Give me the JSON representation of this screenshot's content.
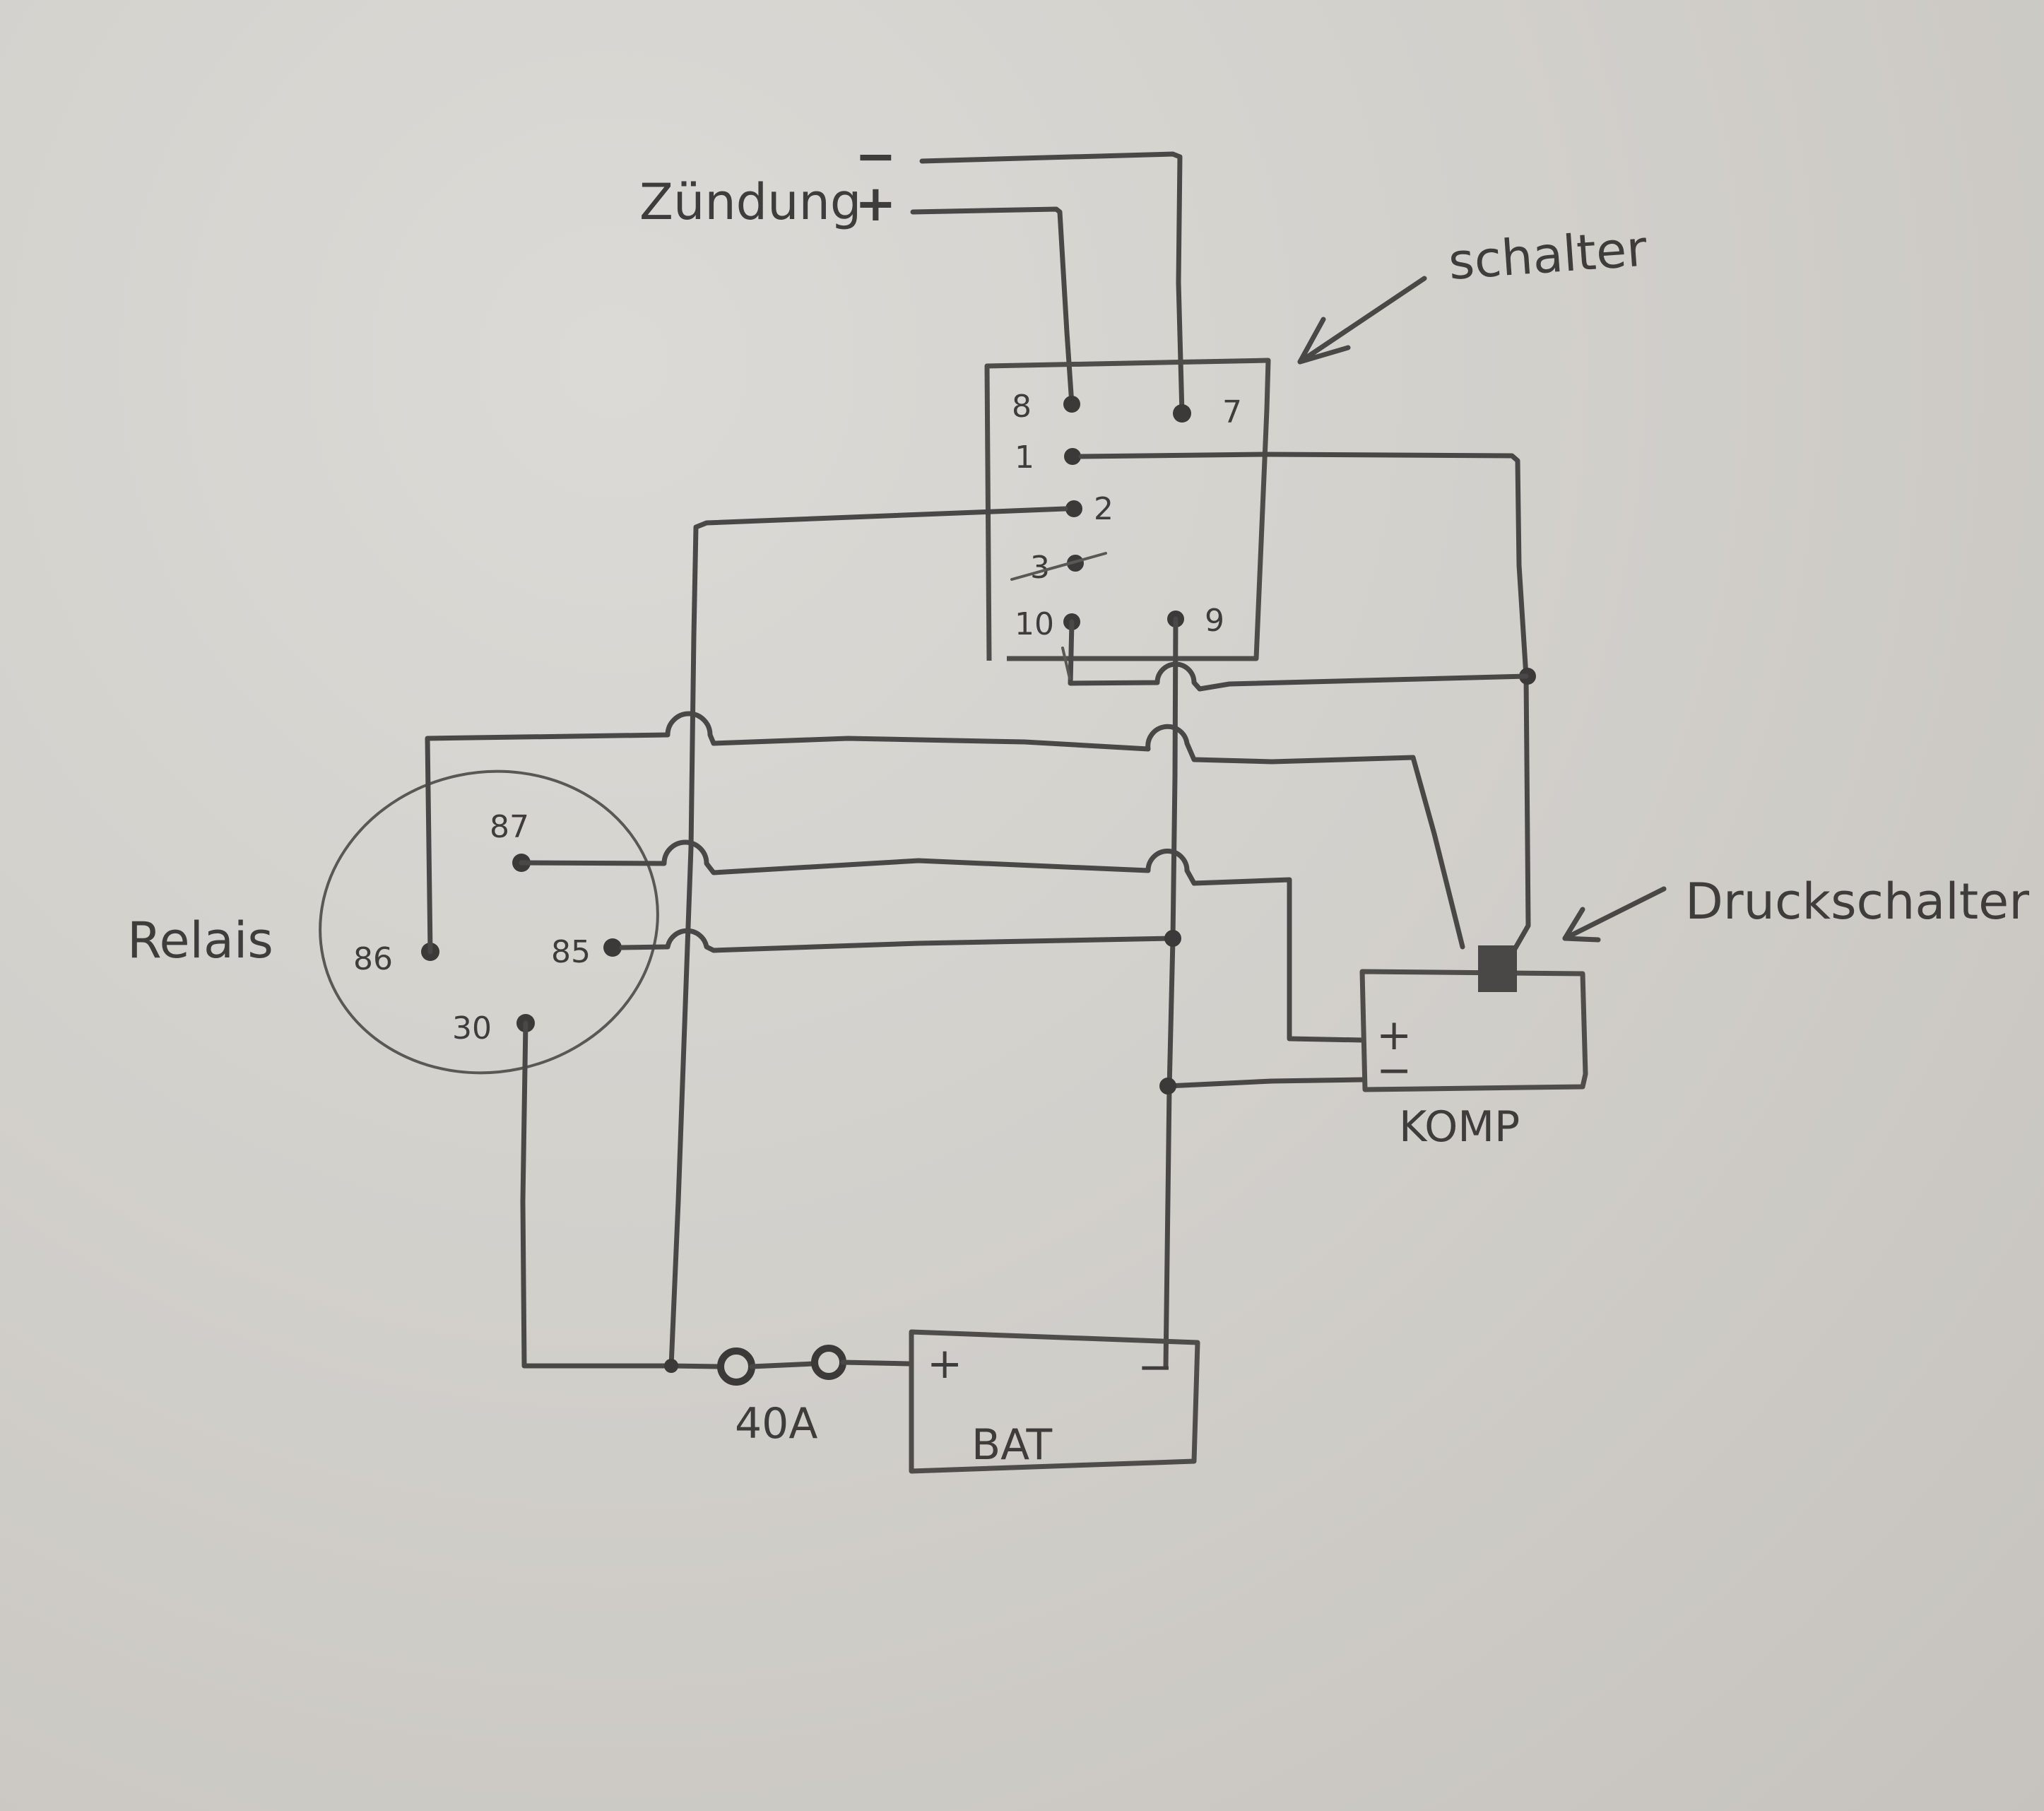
{
  "diagram": {
    "type": "hand-drawn wiring diagram",
    "ignition": {
      "label": "Zündung",
      "minus": "−",
      "plus": "+"
    },
    "switch": {
      "label": "schalter",
      "pins": {
        "p8": "8",
        "p7": "7",
        "p1": "1",
        "p2": "2",
        "p3": "3",
        "p10": "10",
        "p9": "9"
      },
      "crossed_out_pin": "3"
    },
    "relay": {
      "label": "Relais",
      "pins": {
        "p87": "87",
        "p86": "86",
        "p85": "85",
        "p30": "30"
      }
    },
    "pressure_switch": {
      "label": "Druckschalter"
    },
    "compressor": {
      "label": "KOMP",
      "plus": "+",
      "minus": "−"
    },
    "fuse": {
      "label": "40A"
    },
    "battery": {
      "label": "BAT",
      "plus": "+",
      "minus": "−"
    },
    "connections": [
      {
        "from": "Zündung −",
        "to": "Schalter 7"
      },
      {
        "from": "Zündung +",
        "to": "Schalter 8"
      },
      {
        "from": "Schalter 1",
        "to": "Druckschalter"
      },
      {
        "from": "Schalter 10",
        "to": "Schalter 1 / Druckschalter"
      },
      {
        "from": "Schalter 9",
        "to": "BAT −"
      },
      {
        "from": "Schalter 2",
        "to": "40A fuse / BAT +"
      },
      {
        "from": "Relais 86",
        "to": "Druckschalter"
      },
      {
        "from": "Relais 87",
        "to": "KOMP +"
      },
      {
        "from": "Relais 85",
        "to": "BAT − line"
      },
      {
        "from": "KOMP −",
        "to": "BAT − line"
      },
      {
        "from": "Relais 30",
        "to": "40A fuse / BAT +"
      }
    ]
  }
}
